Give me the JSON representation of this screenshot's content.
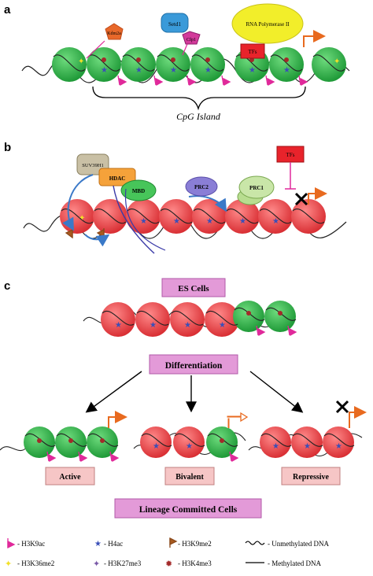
{
  "panels": {
    "a": {
      "letter": "a",
      "proteins": {
        "kdm2a": "Kdm2a",
        "setd1": "Setd1",
        "cfp1": "Cfp1",
        "rnapol": "RNA Polymerase II",
        "tfs": "TFs"
      },
      "bracket_label": "CpG Island"
    },
    "b": {
      "letter": "b",
      "proteins": {
        "suv39h1": "SUV39H1",
        "hdac": "HDAC",
        "mbd": "MBD",
        "prc2": "PRC2",
        "prc1": "PRC1",
        "tfs": "TFs"
      }
    },
    "c": {
      "letter": "c",
      "boxes": {
        "es_cells": "ES Cells",
        "differentiation": "Differentiation",
        "lineage": "Lineage Committed Cells"
      },
      "states": {
        "active": "Active",
        "bivalent": "Bivalent",
        "repressive": "Repressive"
      }
    }
  },
  "legend": {
    "h3k9ac": "- H3K9ac",
    "h4ac": "- H4ac",
    "h3k9me2": "- H3K9me2",
    "unmethylated": "- Unmethylated DNA",
    "h3k36me2": "- H3K36me2",
    "h3k27me3": "- H3K27me3",
    "h3k4me3": "- H3K4me3",
    "methylated": "- Methylated DNA"
  },
  "colors": {
    "green_nucleosome": "#2fb54a",
    "red_nucleosome": "#ee4343",
    "pink_box": "#e39ad8",
    "salmon_box": "#f6c6c6",
    "orange_arrow": "#e86a1f",
    "magenta_flag": "#e0299a",
    "blue_star": "#3a4fb8",
    "tfs_red": "#e8232b",
    "rnapol_yellow": "#f2ee2a"
  }
}
